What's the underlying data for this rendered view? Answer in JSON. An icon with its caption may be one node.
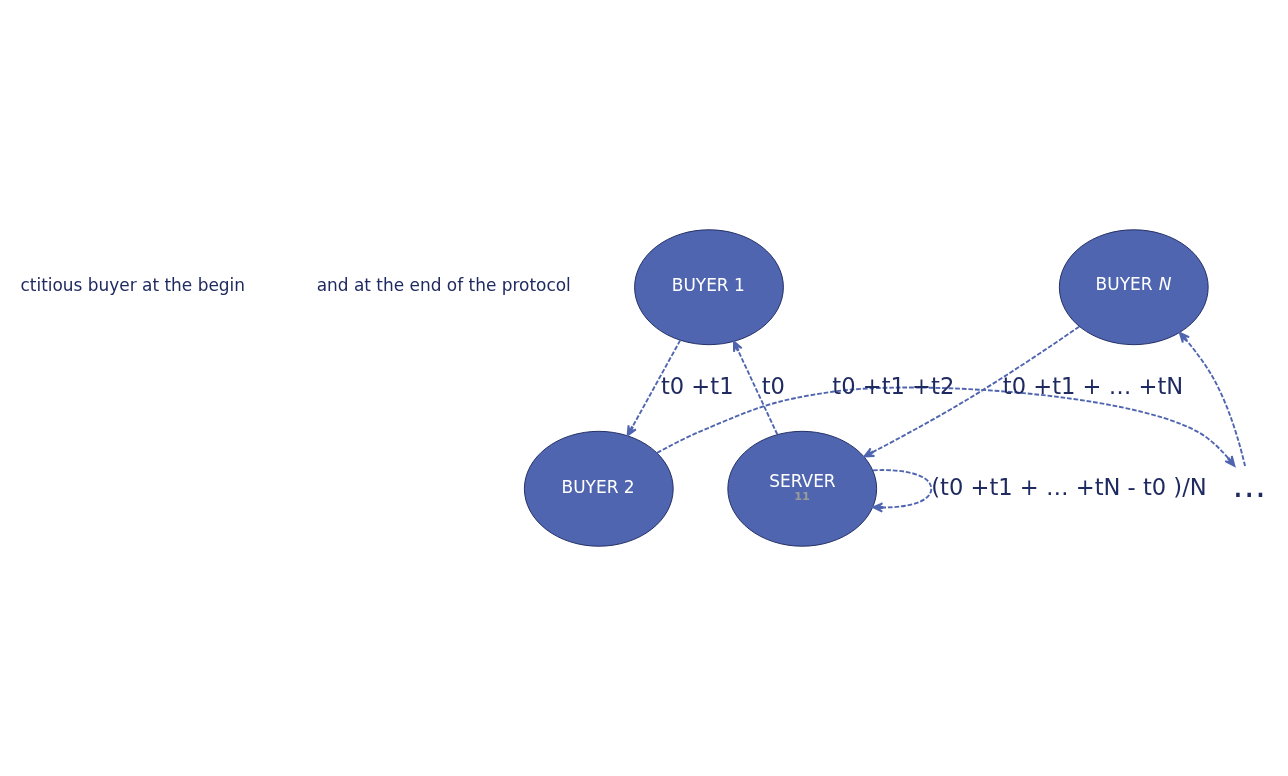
{
  "diagram": {
    "nodes": [
      {
        "text": [
          "BUYER 1"
        ]
      },
      {
        "text": [
          "BUYER 2"
        ]
      },
      {
        "text": [
          "…"
        ]
      },
      {
        "text": [
          "BUYER *N*"
        ]
      },
      {
        "text": [
          "SERVER",
          "11"
        ]
      }
    ],
    "edges": [
      {
        "from": 4,
        "to": 0,
        "arrow": "to",
        "style": "dashed",
        "label": "t0"
      },
      {
        "from": 0,
        "to": 1,
        "arrow": "to",
        "style": "dashed",
        "label": "t0 +t1"
      },
      {
        "from": 1,
        "to": 2,
        "arrow": "to",
        "style": "dashed",
        "label": "t0 +t1 +t2"
      },
      {
        "from": 2,
        "to": 3,
        "arrow": "to",
        "style": "dashed"
      },
      {
        "from": 3,
        "to": 4,
        "arrow": "to",
        "style": "dashed",
        "label": "t0 +t1 + … +tN"
      },
      {
        "from": 4,
        "to": 4,
        "arrow": "to",
        "style": "dashed",
        "label": "(t0 +t1 + … +tN - t0 )/N"
      }
    ],
    "labels": [
      "ctitious buyer at the begin",
      "and at the end of the protocol"
    ]
  }
}
